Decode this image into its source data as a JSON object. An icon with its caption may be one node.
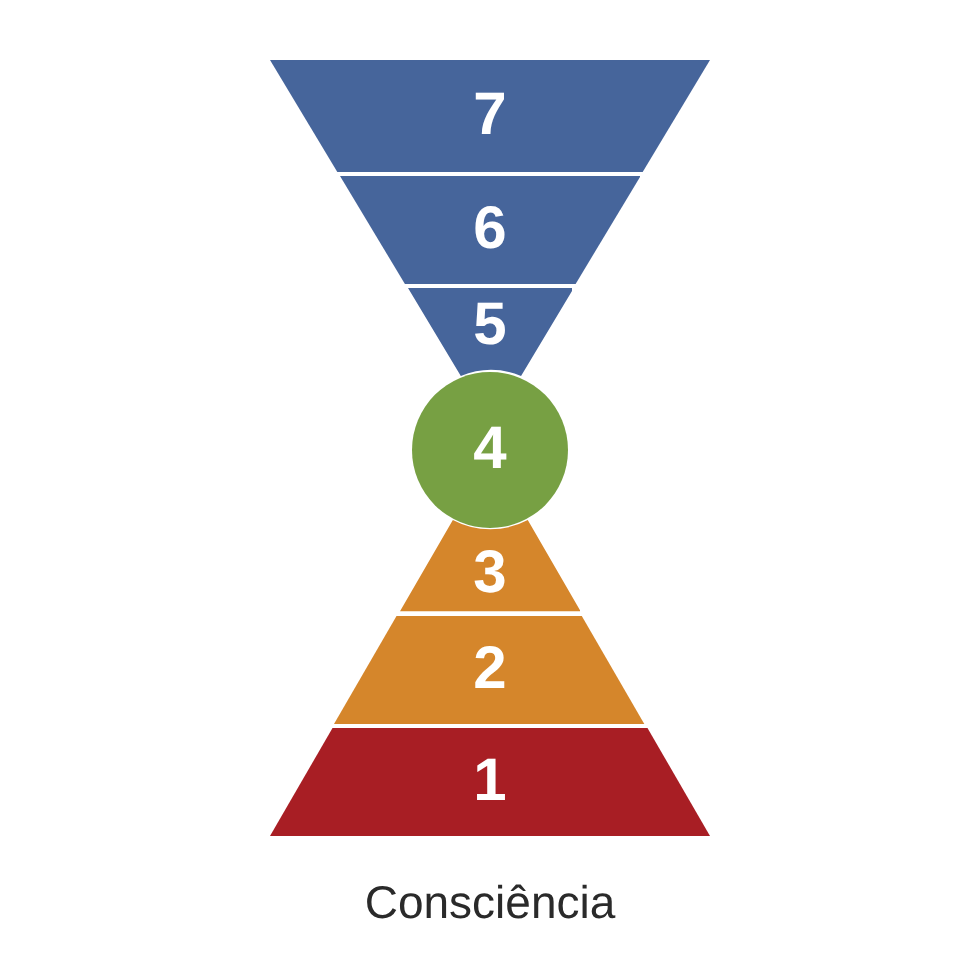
{
  "diagram": {
    "nodes": [
      {
        "text": [
          "7"
        ]
      },
      {
        "text": [
          "6"
        ]
      },
      {
        "text": [
          "5"
        ]
      },
      {
        "text": [
          "4"
        ]
      },
      {
        "text": [
          "3"
        ]
      },
      {
        "text": [
          "2"
        ]
      },
      {
        "text": [
          "1"
        ]
      }
    ],
    "caption": "Consciência"
  }
}
